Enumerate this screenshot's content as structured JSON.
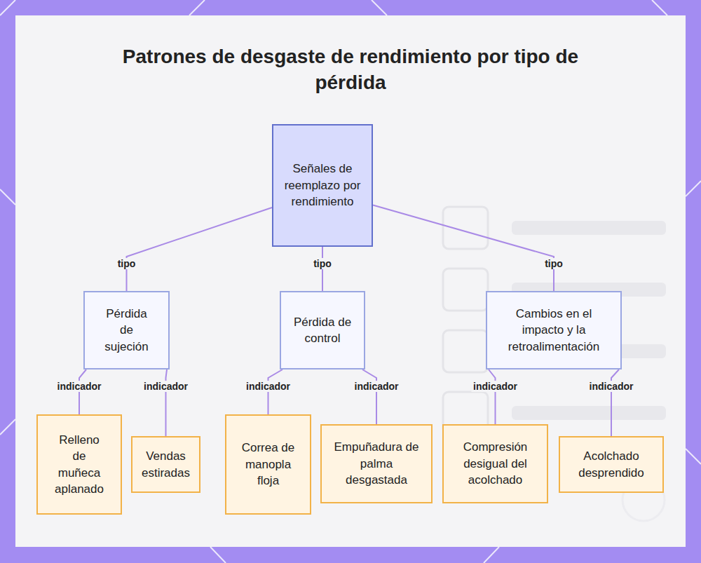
{
  "diagram": {
    "title": "Patrones de desgaste de rendimiento por tipo de pérdida",
    "nodes": [
      {
        "text": [
          "Señales de reemplazo por rendimiento"
        ]
      },
      {
        "text": [
          "Pérdida de sujeción"
        ]
      },
      {
        "text": [
          "Pérdida de control"
        ]
      },
      {
        "text": [
          "Cambios en el impacto y la retroalimentación"
        ]
      },
      {
        "text": [
          "Relleno de muñeca aplanado"
        ]
      },
      {
        "text": [
          "Vendas estiradas"
        ]
      },
      {
        "text": [
          "Correa de manopla floja"
        ]
      },
      {
        "text": [
          "Empuñadura de palma desgastada"
        ]
      },
      {
        "text": [
          "Compresión desigual del acolchado"
        ]
      },
      {
        "text": [
          "Acolchado desprendido"
        ]
      }
    ],
    "edges": [
      {
        "from": 0,
        "to": 1,
        "arrow": "none",
        "label": "tipo"
      },
      {
        "from": 0,
        "to": 2,
        "arrow": "none",
        "label": "tipo"
      },
      {
        "from": 0,
        "to": 3,
        "arrow": "none",
        "label": "tipo"
      },
      {
        "from": 1,
        "to": 4,
        "arrow": "none",
        "label": "indicador"
      },
      {
        "from": 1,
        "to": 5,
        "arrow": "none",
        "label": "indicador"
      },
      {
        "from": 2,
        "to": 6,
        "arrow": "none",
        "label": "indicador"
      },
      {
        "from": 2,
        "to": 7,
        "arrow": "none",
        "label": "indicador"
      },
      {
        "from": 3,
        "to": 8,
        "arrow": "none",
        "label": "indicador"
      },
      {
        "from": 3,
        "to": 9,
        "arrow": "none",
        "label": "indicador"
      }
    ]
  }
}
